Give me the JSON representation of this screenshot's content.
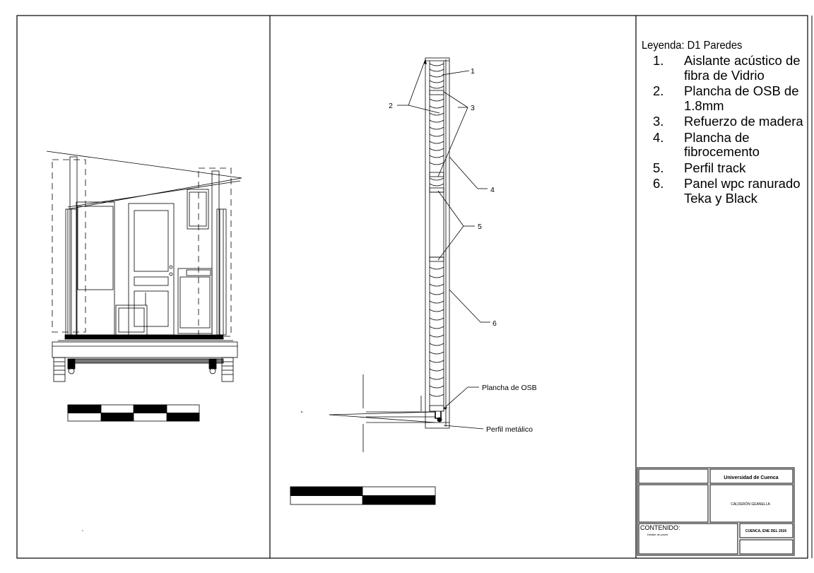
{
  "legend": {
    "title": "Leyenda: D1 Paredes",
    "items": [
      {
        "num": "1.",
        "label": "Aislante acústico de fibra de Vidrio"
      },
      {
        "num": "2.",
        "label": "Plancha de OSB de 1.8mm"
      },
      {
        "num": "3.",
        "label": "Refuerzo de madera"
      },
      {
        "num": "4.",
        "label": "Plancha de fibrocemento"
      },
      {
        "num": "5.",
        "label": "Perfil track"
      },
      {
        "num": "6.",
        "label": "Panel wpc ranurado Teka y Black"
      }
    ]
  },
  "callouts": {
    "c1": "1",
    "c2": "2",
    "c3": "3",
    "c4": "4",
    "c5": "5",
    "c6": "6",
    "osb": "Plancha de OSB",
    "metal": "Perfil metálico"
  },
  "title_block": {
    "institution": "Universidad de Cuenca",
    "author": "CALDERÓN GEANELLA",
    "content_label": "CONTENIDO:",
    "content_value": "Detalle de pared",
    "date": "CUENCA, ENE DEL 2026"
  }
}
